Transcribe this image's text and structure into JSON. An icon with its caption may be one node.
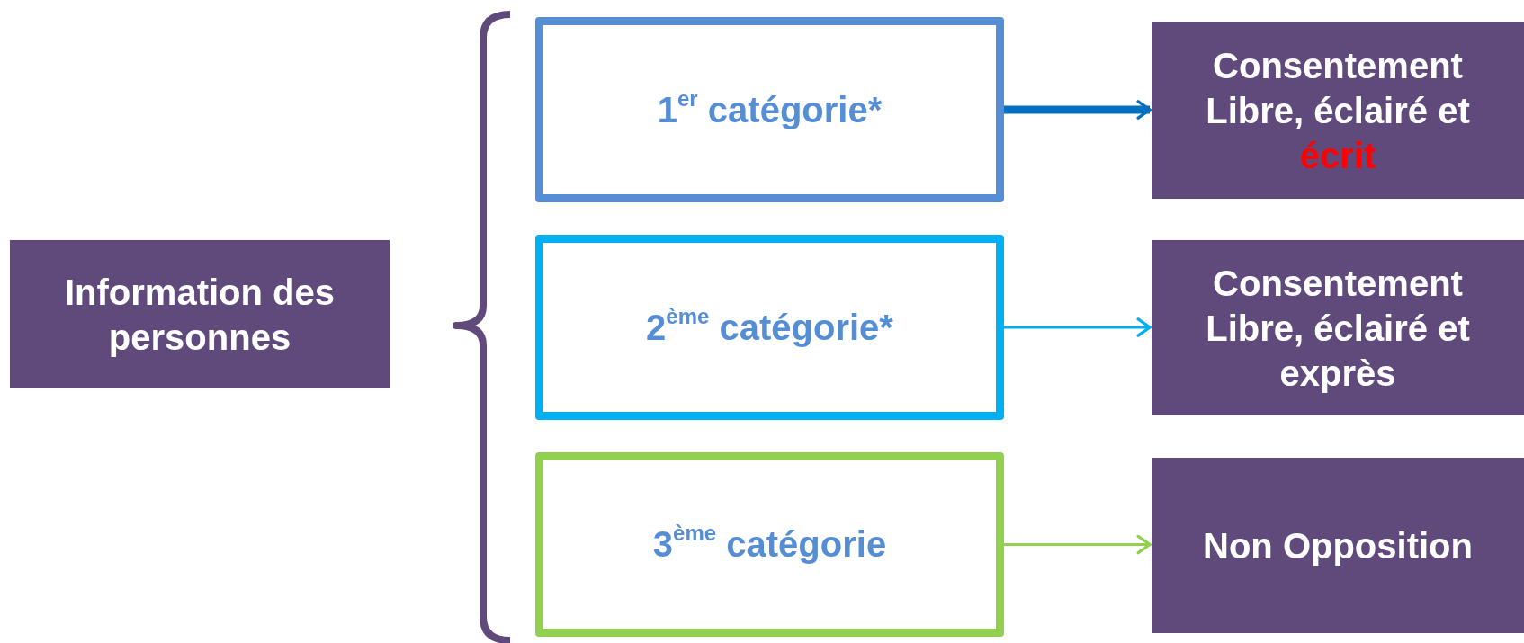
{
  "diagram": {
    "nodes": [
      {
        "text": [
          "Information  des personnes"
        ]
      },
      {
        "text": [
          "1$^{er}$ catégorie*"
        ]
      },
      {
        "text": [
          "2$^{ème}$  catégorie*"
        ]
      },
      {
        "text": [
          "3$^{ème}$  catégorie"
        ]
      },
      {
        "text": [
          "Consentement Libre, éclairé et",
          "écrit"
        ]
      },
      {
        "text": [
          "Consentement Libre, éclairé et exprès"
        ]
      },
      {
        "text": [
          "Non Opposition"
        ]
      }
    ],
    "edges": [
      {
        "from": 1,
        "to": 4,
        "arrow": "to",
        "style": "thick",
        "color": "#0070c0"
      },
      {
        "from": 2,
        "to": 5,
        "arrow": "to",
        "color": "#00b0f0"
      },
      {
        "from": 3,
        "to": 6,
        "arrow": "to",
        "color": "#92d050"
      }
    ]
  }
}
